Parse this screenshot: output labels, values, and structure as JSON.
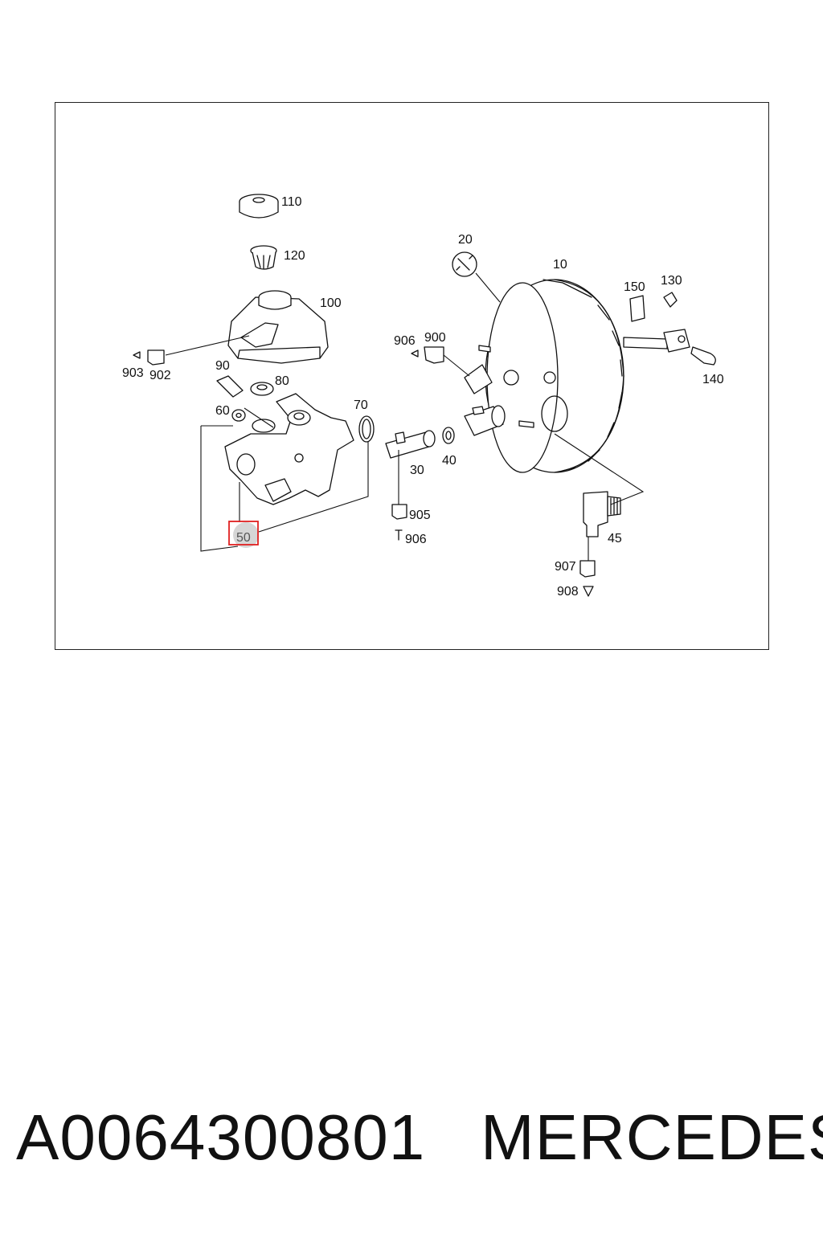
{
  "diagram": {
    "labels": {
      "l110": "110",
      "l120": "120",
      "l100": "100",
      "l20": "20",
      "l10": "10",
      "l150": "150",
      "l130": "130",
      "l906a": "906",
      "l900": "900",
      "l903": "903",
      "l902": "902",
      "l90": "90",
      "l80": "80",
      "l70": "70",
      "l60": "60",
      "l140": "140",
      "l30": "30",
      "l40": "40",
      "l905": "905",
      "l906b": "906",
      "l50": "50",
      "l45": "45",
      "l907": "907",
      "l908": "908"
    },
    "highlight_color": "#e02020"
  },
  "footer": {
    "part_number": "A0064300801",
    "brand": "MERCEDES"
  }
}
